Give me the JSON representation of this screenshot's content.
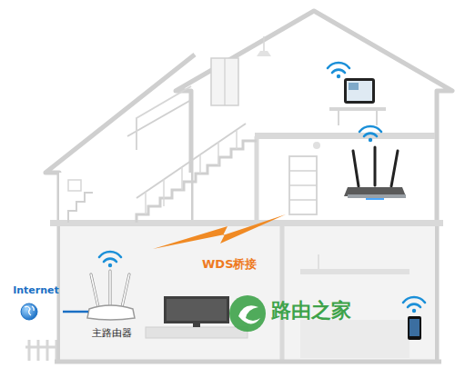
{
  "diagram": {
    "nodes": [
      {
        "text": [
          "Internet"
        ]
      },
      {
        "text": [
          "主路由器"
        ]
      }
    ],
    "edges": [
      {
        "from": 0,
        "to": 1,
        "arrow": "none"
      }
    ],
    "labels": [
      "WDS桥接",
      "路由之家"
    ]
  }
}
